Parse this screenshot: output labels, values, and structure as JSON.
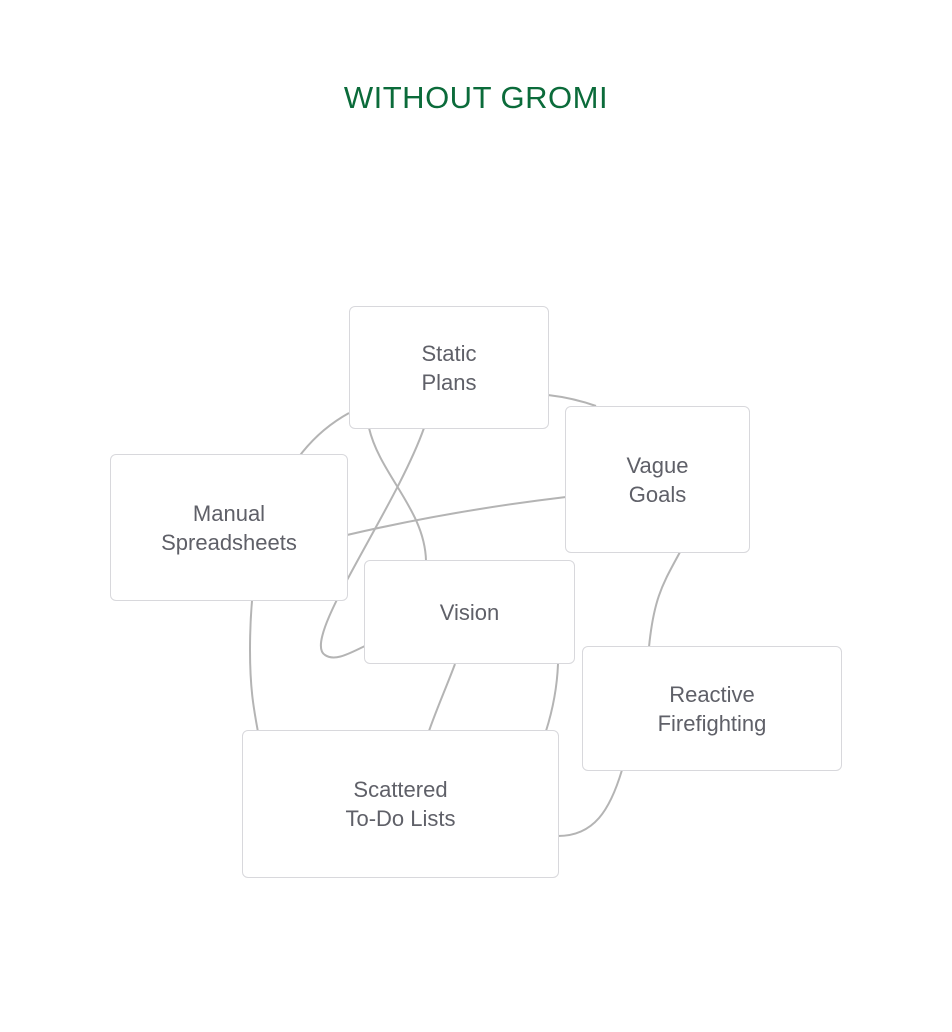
{
  "title": "WITHOUT GROMI",
  "colors": {
    "title": "#0b6b3a",
    "link": "#b4b4b4",
    "node_border": "#d8d8dc",
    "node_text": "#5f6068"
  },
  "nodes": {
    "static_plans": "Static\nPlans",
    "vague_goals": "Vague\nGoals",
    "manual_spreadsheets": "Manual\nSpreadsheets",
    "vision": "Vision",
    "reactive_firefighting": "Reactive\nFirefighting",
    "scattered_todo": "Scattered\nTo-Do Lists"
  },
  "edges": [
    [
      "static_plans",
      "scattered_todo"
    ],
    [
      "static_plans",
      "vision"
    ],
    [
      "static_plans",
      "vision"
    ],
    [
      "static_plans",
      "vague_goals"
    ],
    [
      "manual_spreadsheets",
      "vague_goals"
    ],
    [
      "vague_goals",
      "reactive_firefighting"
    ],
    [
      "vision",
      "scattered_todo"
    ],
    [
      "vision",
      "scattered_todo"
    ],
    [
      "reactive_firefighting",
      "scattered_todo"
    ]
  ]
}
